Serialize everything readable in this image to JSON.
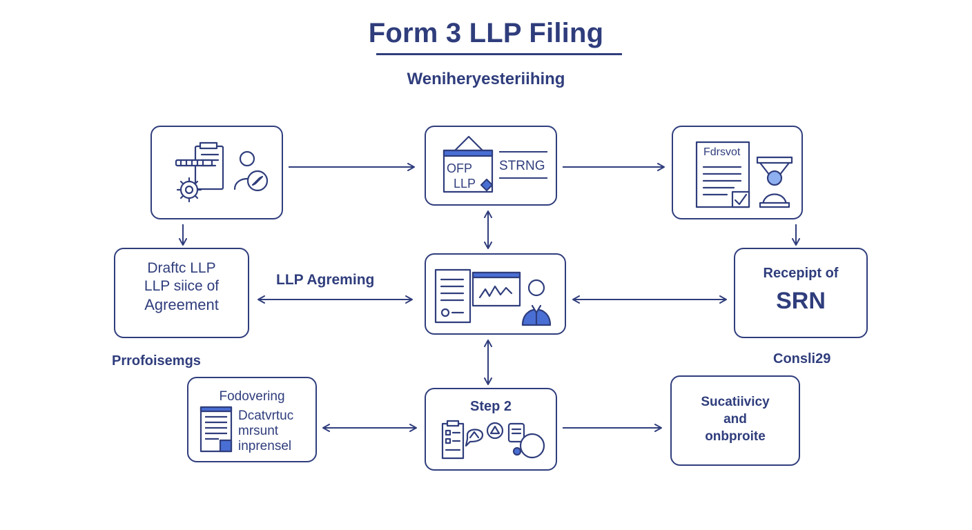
{
  "diagram": {
    "title": "Form 3 LLP Filing",
    "subtitle": "Weniheryesteriihing",
    "colors": {
      "primary": "#2f3d7c",
      "accent": "#4a6fd4",
      "accent_light": "#8fb0f0",
      "background": "#ffffff"
    },
    "nodes": {
      "top_left": {
        "icon": "documents-gear-person-compass-icon"
      },
      "top_center": {
        "icon_text_line1": "OFP",
        "icon_text_line2": "LLP",
        "label": "STRNG"
      },
      "top_right": {
        "doc_title": "Fdrsvot",
        "icon": "document-checkbox-person-icon"
      },
      "mid_left": {
        "line1": "Draftc LLP",
        "line2": "LLP siice of",
        "line3": "Agreement"
      },
      "mid_center": {
        "icon": "dashboard-presenter-icon"
      },
      "mid_right": {
        "line1": "Recepipt of",
        "line2": "SRN"
      },
      "bottom_left": {
        "heading": "Fodovering",
        "line1": "Dcatvrtuc",
        "line2": "mrsunt",
        "line3": "inprensel"
      },
      "bottom_center": {
        "heading": "Step 2",
        "icon": "checklist-chat-bubbles-icon"
      },
      "bottom_right": {
        "line1": "Sucatiivicy",
        "line2": "and",
        "line3": "onbproite"
      }
    },
    "edge_labels": {
      "llp_agreement": "LLP Agreming",
      "left_annotation": "Prrofoisemgs",
      "right_annotation": "Consli29"
    }
  }
}
